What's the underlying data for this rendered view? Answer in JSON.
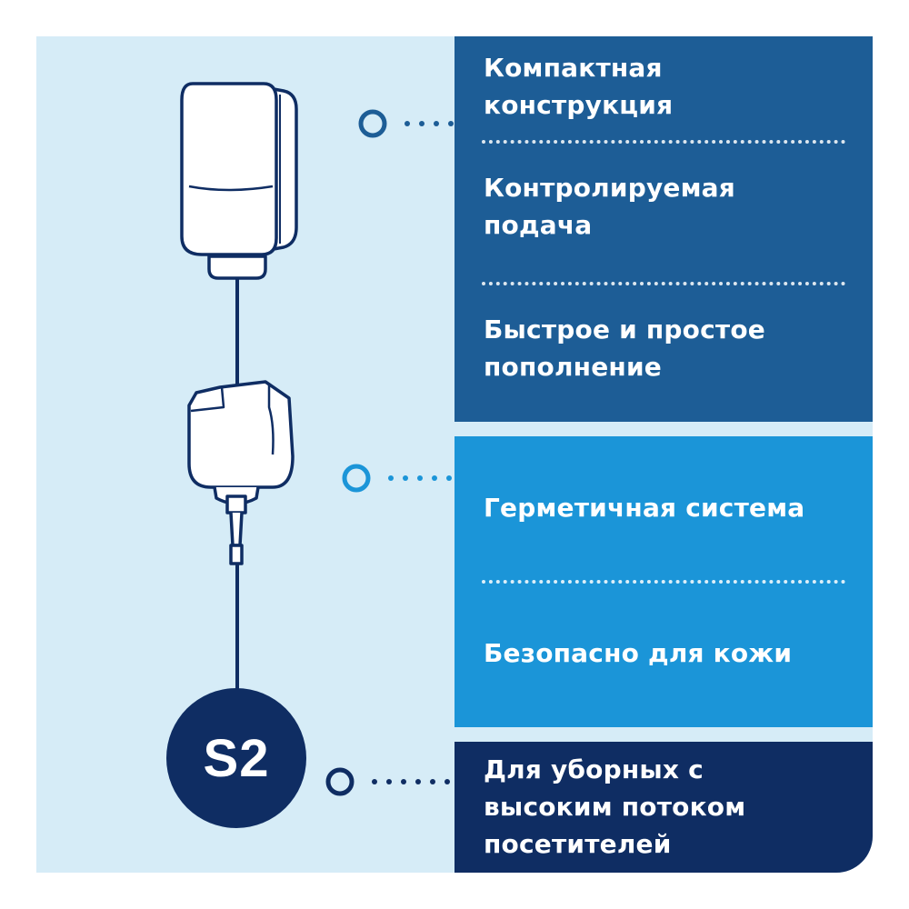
{
  "features_top": [
    {
      "label": "Компактная\nконструкция"
    },
    {
      "label": "Контролируемая\nподача"
    },
    {
      "label": "Быстрое и простое\nпополнение"
    }
  ],
  "features_mid": [
    {
      "label": "Герметичная система"
    },
    {
      "label": "Безопасно для кожи"
    }
  ],
  "features_bottom": [
    {
      "label": "Для уборных с\nвысоким потоком\nпосетителей"
    }
  ],
  "badge": {
    "label": "S2"
  },
  "colors": {
    "background": "#d6ecf7",
    "panel_top": "#1d5d96",
    "panel_middle": "#1b95d8",
    "panel_bottom": "#0f2d63",
    "line": "#0f2d63",
    "connector_top": "#1d5d96",
    "connector_middle": "#1b95d8"
  },
  "icons": [
    "dispenser-icon",
    "soap-cartridge-icon",
    "connector-circle-icon"
  ]
}
